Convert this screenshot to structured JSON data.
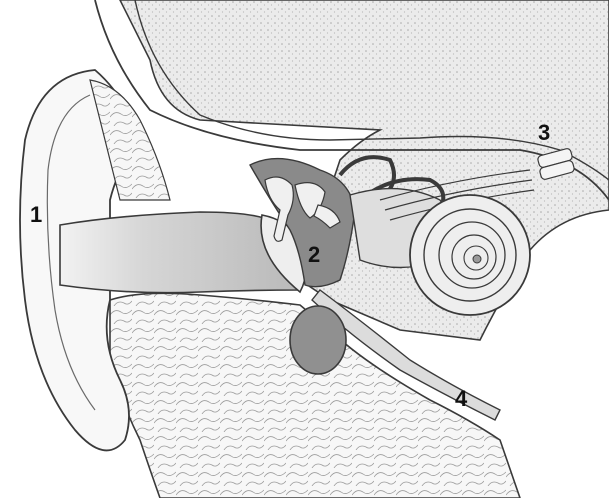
{
  "labels": [
    {
      "id": "1",
      "text": "1"
    },
    {
      "id": "2",
      "text": "2"
    },
    {
      "id": "3",
      "text": "3"
    },
    {
      "id": "4",
      "text": "4"
    }
  ],
  "colors": {
    "line": "#3a3a3a",
    "bone": "#e9e9e9",
    "canal": "#c9c9c9",
    "cavity": "#8a8a8a",
    "skin": "#f6f6f6"
  }
}
